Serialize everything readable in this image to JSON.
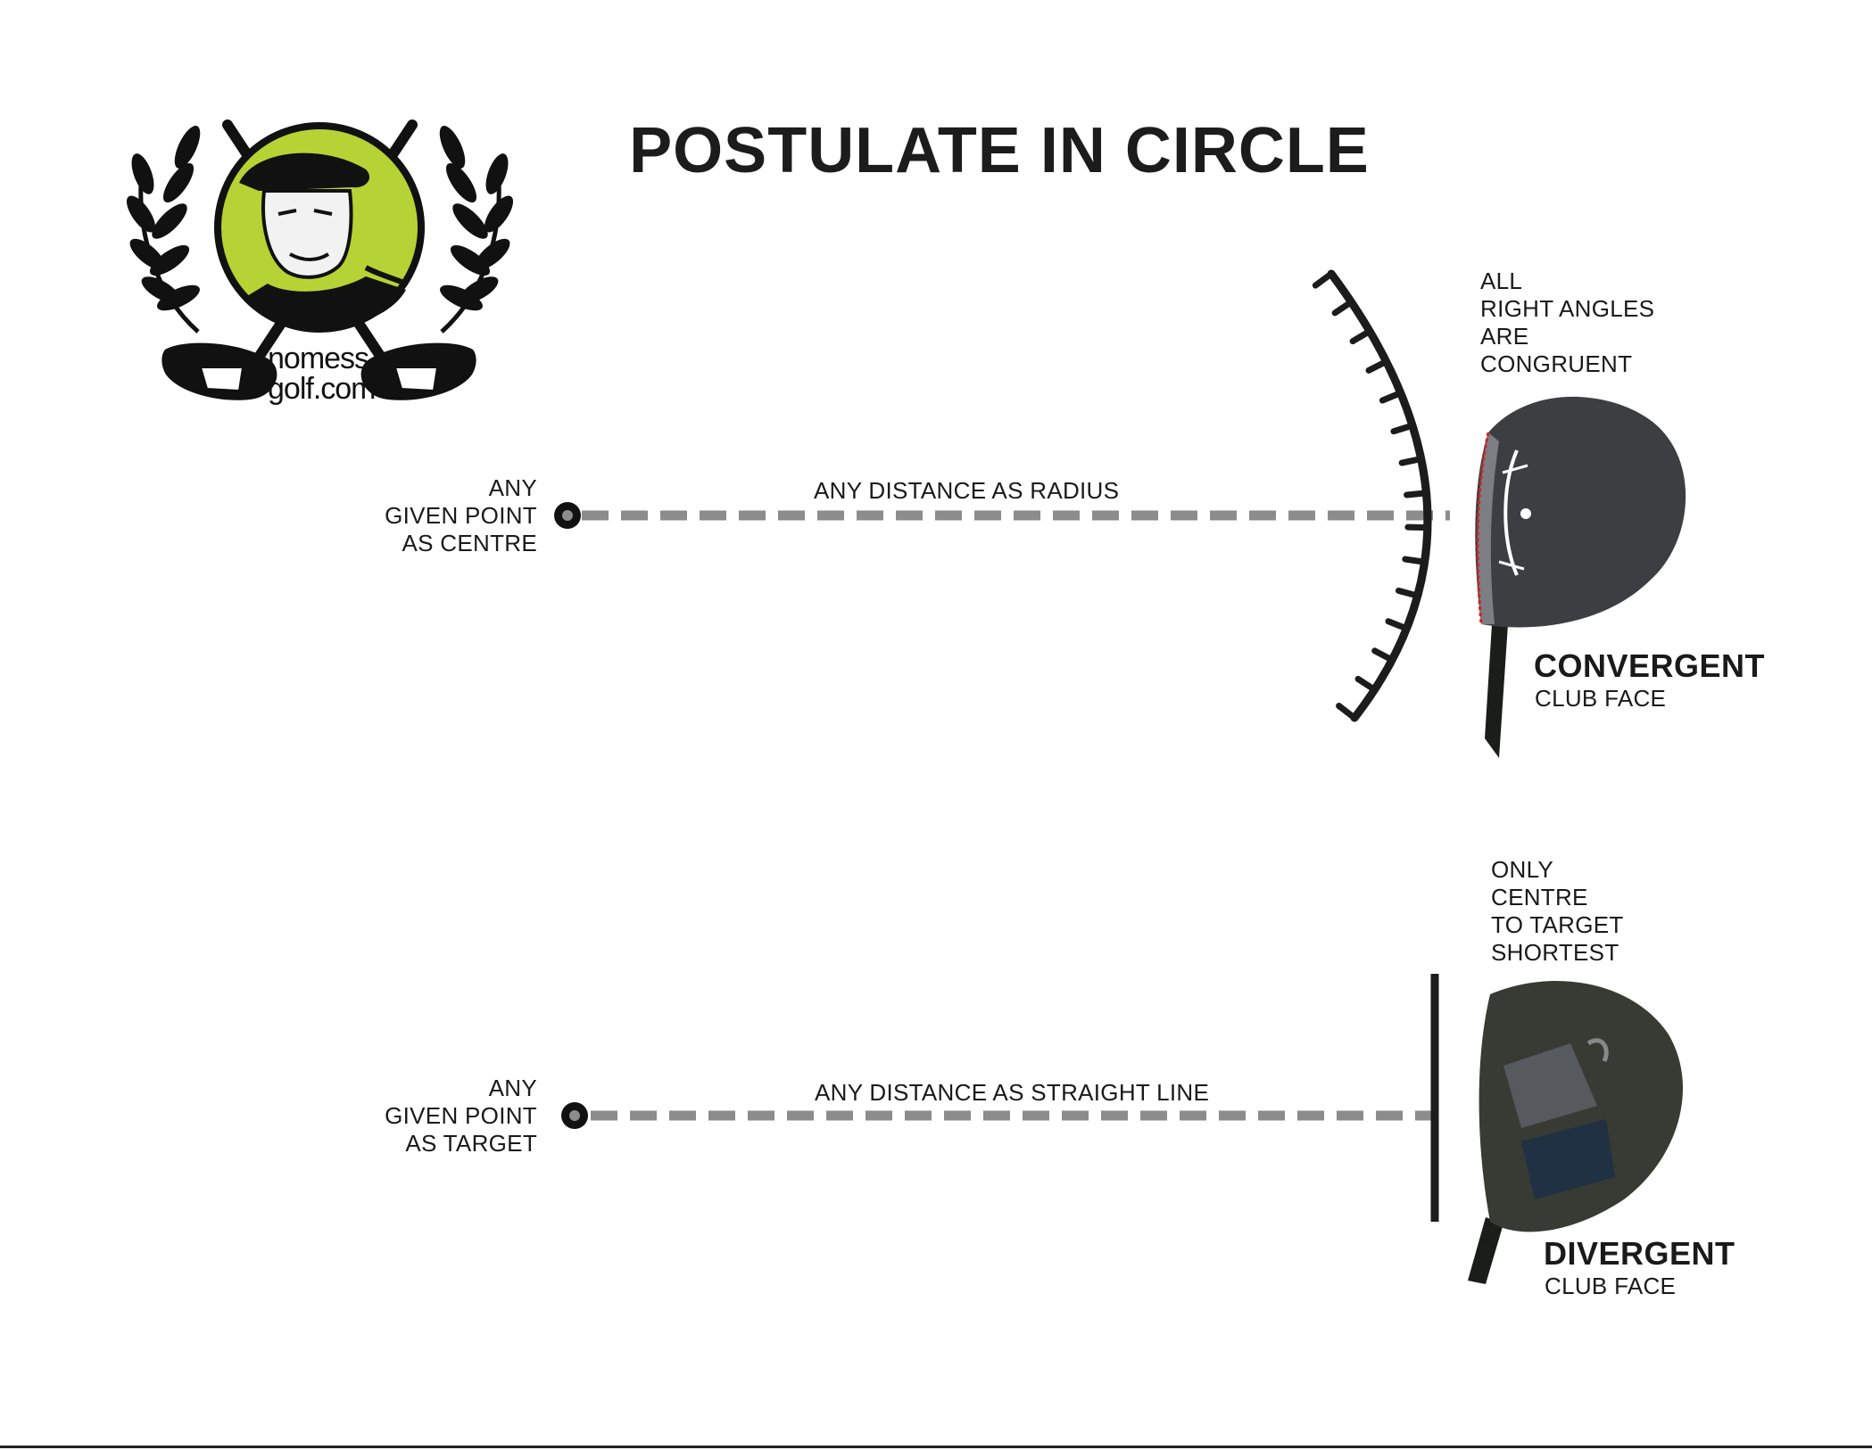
{
  "title": "POSTULATE IN CIRCLE",
  "logo": {
    "line1": "nomess",
    "line2": "golf.com",
    "accent_color": "#b5d334"
  },
  "colors": {
    "ink": "#1c1c1c",
    "dash": "#8c8c8c",
    "club_dark": "#3c3e42",
    "club_dark2": "#383a34",
    "face_edge": "#d62020"
  },
  "top": {
    "center_label": [
      "ANY",
      "GIVEN POINT",
      "AS CENTRE"
    ],
    "line_label": "ANY DISTANCE AS RADIUS",
    "angles_note": [
      "ALL",
      "RIGHT ANGLES",
      "ARE",
      "CONGRUENT"
    ],
    "face_title": "CONVERGENT",
    "face_sub": "CLUB FACE"
  },
  "bottom": {
    "target_label": [
      "ANY",
      "GIVEN POINT",
      "AS TARGET"
    ],
    "line_label": "ANY DISTANCE AS STRAIGHT LINE",
    "shortest_note": [
      "ONLY",
      "CENTRE",
      "TO TARGET",
      "SHORTEST"
    ],
    "face_title": "DIVERGENT",
    "face_sub": "CLUB FACE"
  }
}
